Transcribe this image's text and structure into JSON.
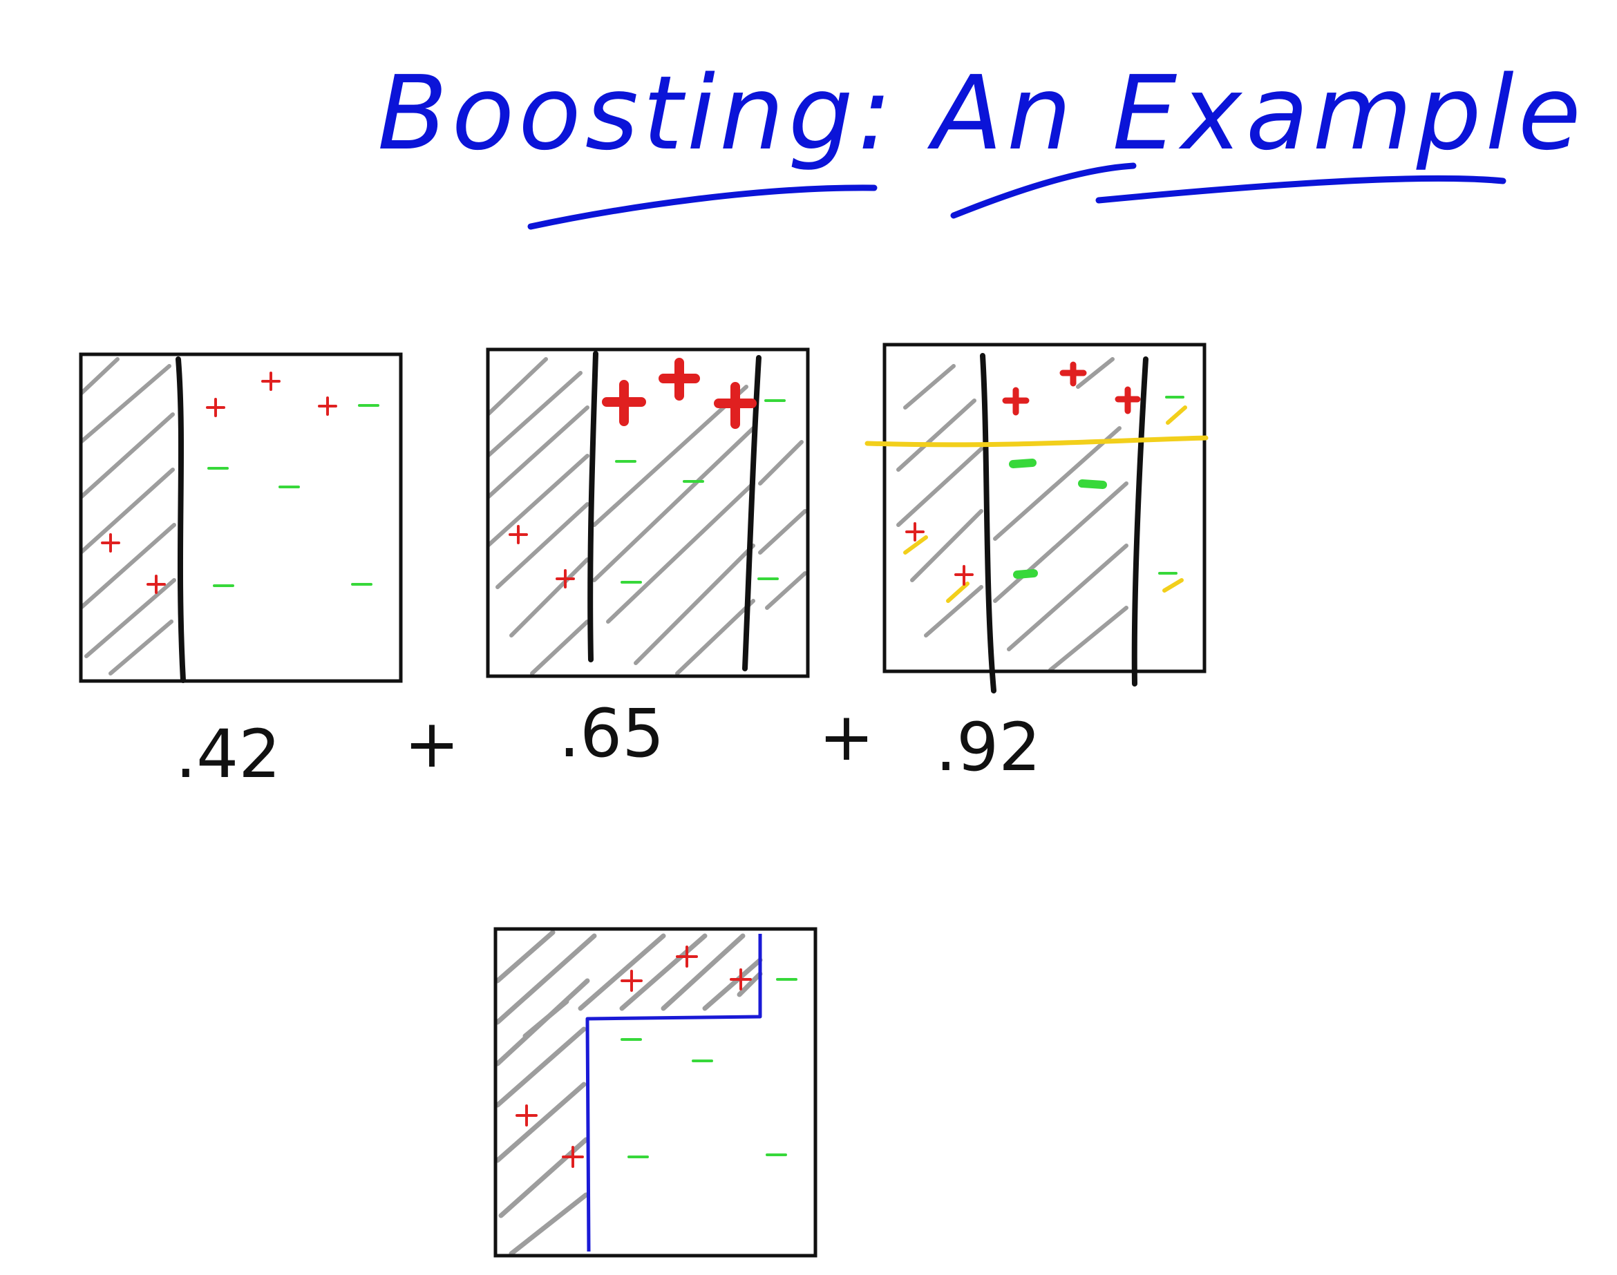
{
  "title": "Boosting: An Example",
  "colors": {
    "ink": "#111111",
    "title_blue": "#0b14d8",
    "plus_red": "#e02020",
    "minus_green": "#37d83a",
    "hatch_gray": "#8c8c8c",
    "highlight_yellow": "#f2cf1b",
    "combined_boundary_blue": "#1a1ad6"
  },
  "panels": [
    {
      "id": "weak-learner-1",
      "weight_label": ".42",
      "operator_after": "+"
    },
    {
      "id": "weak-learner-2",
      "weight_label": ".65",
      "operator_after": "+"
    },
    {
      "id": "weak-learner-3",
      "weight_label": ".92",
      "operator_after": ""
    }
  ],
  "combined_panel": {
    "id": "combined-classifier"
  },
  "point_symbols": {
    "positive": "+",
    "negative": "–"
  }
}
